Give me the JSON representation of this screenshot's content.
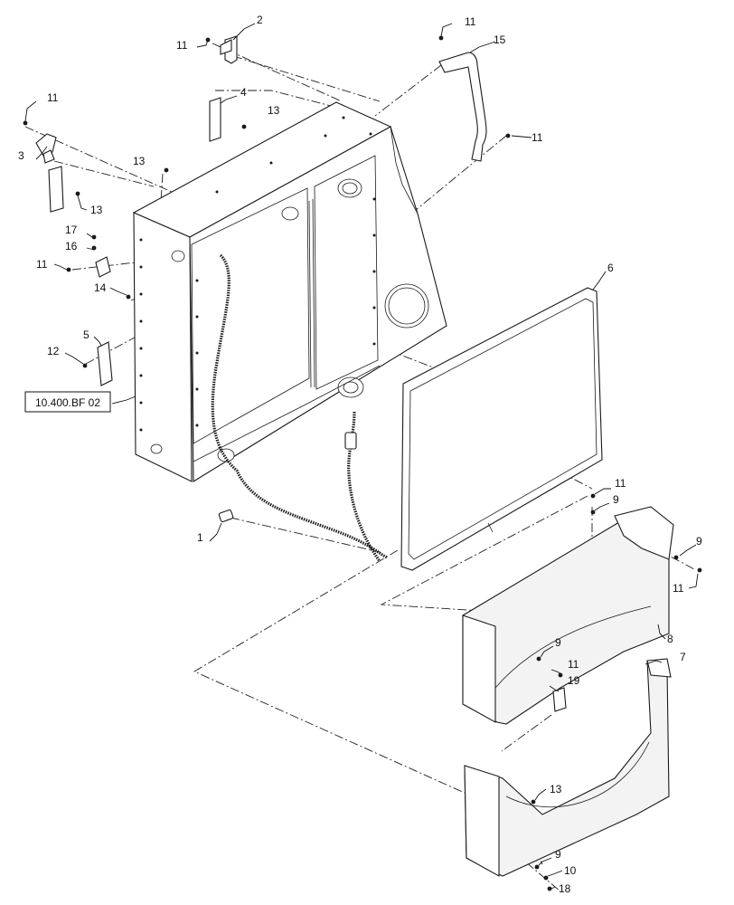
{
  "diagram": {
    "reference_label": "10.400.BF 02",
    "callouts": [
      {
        "id": "c-2",
        "text": "2"
      },
      {
        "id": "c-11a",
        "text": "11"
      },
      {
        "id": "c-11b",
        "text": "11"
      },
      {
        "id": "c-15",
        "text": "15"
      },
      {
        "id": "c-11c",
        "text": "11"
      },
      {
        "id": "c-4",
        "text": "4"
      },
      {
        "id": "c-13a",
        "text": "13"
      },
      {
        "id": "c-3",
        "text": "3"
      },
      {
        "id": "c-11d",
        "text": "11"
      },
      {
        "id": "c-13b",
        "text": "13"
      },
      {
        "id": "c-13c",
        "text": "13"
      },
      {
        "id": "c-17",
        "text": "17"
      },
      {
        "id": "c-16",
        "text": "16"
      },
      {
        "id": "c-11e",
        "text": "11"
      },
      {
        "id": "c-14",
        "text": "14"
      },
      {
        "id": "c-5",
        "text": "5"
      },
      {
        "id": "c-12",
        "text": "12"
      },
      {
        "id": "c-6",
        "text": "6"
      },
      {
        "id": "c-1",
        "text": "1"
      },
      {
        "id": "c-11f",
        "text": "11"
      },
      {
        "id": "c-9a",
        "text": "9"
      },
      {
        "id": "c-9b",
        "text": "9"
      },
      {
        "id": "c-11g",
        "text": "11"
      },
      {
        "id": "c-8",
        "text": "8"
      },
      {
        "id": "c-9c",
        "text": "9"
      },
      {
        "id": "c-11h",
        "text": "11"
      },
      {
        "id": "c-7",
        "text": "7"
      },
      {
        "id": "c-19",
        "text": "19"
      },
      {
        "id": "c-13d",
        "text": "13"
      },
      {
        "id": "c-9d",
        "text": "9"
      },
      {
        "id": "c-10",
        "text": "10"
      },
      {
        "id": "c-18",
        "text": "18"
      }
    ]
  }
}
